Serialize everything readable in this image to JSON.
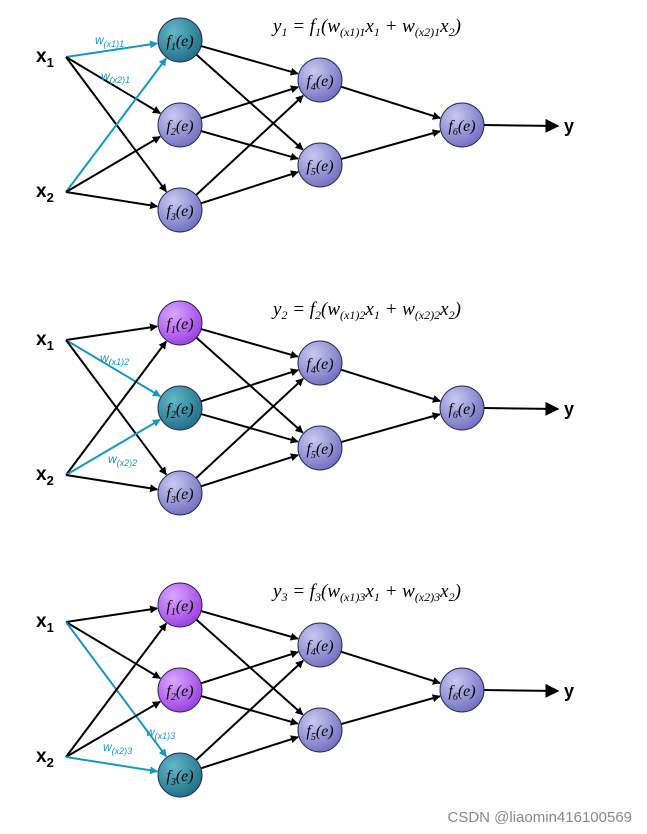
{
  "colors": {
    "edge": "#000000",
    "highlight": "#1597c9",
    "node_fill": "#8e8ed3",
    "node_teal": "#2f8aa0",
    "node_purple": "#b25ff0",
    "node_stroke": "#2a2a55"
  },
  "output_label": "y",
  "watermark": "CSDN @liaomin416100569",
  "panels": [
    {
      "formula": {
        "lhs": "y",
        "lhs_sub": "1",
        "fn": "f",
        "fn_sub": "1",
        "w1_sub": "(x1)1",
        "w2_sub": "(x2)1"
      },
      "inputs": [
        {
          "label": "x",
          "sub": "1"
        },
        {
          "label": "x",
          "sub": "2"
        }
      ],
      "weights": [
        {
          "label": "w",
          "sub": "(x1)1"
        },
        {
          "label": "w",
          "sub": "(x2)1"
        }
      ],
      "node_states": [
        "teal",
        "normal",
        "normal"
      ],
      "highlight_target": 0
    },
    {
      "formula": {
        "lhs": "y",
        "lhs_sub": "2",
        "fn": "f",
        "fn_sub": "2",
        "w1_sub": "(x1)2",
        "w2_sub": "(x2)2"
      },
      "inputs": [
        {
          "label": "x",
          "sub": "1"
        },
        {
          "label": "x",
          "sub": "2"
        }
      ],
      "weights": [
        {
          "label": "w",
          "sub": "(x1)2"
        },
        {
          "label": "w",
          "sub": "(x2)2"
        }
      ],
      "node_states": [
        "purple",
        "teal",
        "normal"
      ],
      "highlight_target": 1
    },
    {
      "formula": {
        "lhs": "y",
        "lhs_sub": "3",
        "fn": "f",
        "fn_sub": "3",
        "w1_sub": "(x1)3",
        "w2_sub": "(x2)3"
      },
      "inputs": [
        {
          "label": "x",
          "sub": "1"
        },
        {
          "label": "x",
          "sub": "2"
        }
      ],
      "weights": [
        {
          "label": "w",
          "sub": "(x1)3"
        },
        {
          "label": "w",
          "sub": "(x2)3"
        }
      ],
      "node_states": [
        "purple",
        "purple",
        "teal"
      ],
      "highlight_target": 2
    }
  ],
  "nodes": [
    {
      "label": "f",
      "sub": "1"
    },
    {
      "label": "f",
      "sub": "2"
    },
    {
      "label": "f",
      "sub": "3"
    },
    {
      "label": "f",
      "sub": "4"
    },
    {
      "label": "f",
      "sub": "5"
    },
    {
      "label": "f",
      "sub": "6"
    }
  ],
  "node_arg": "(e)"
}
